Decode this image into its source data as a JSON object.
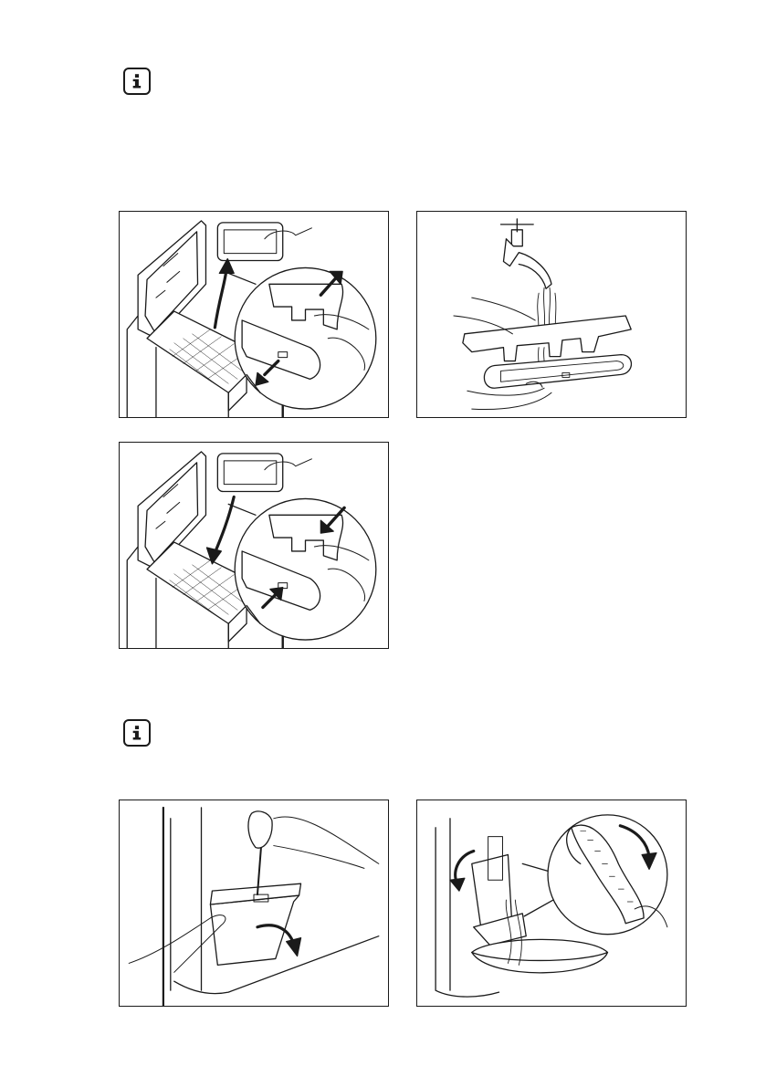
{
  "page": {
    "background": "#ffffff",
    "ink": "#1a1a1a"
  },
  "icons": [
    {
      "id": "info-1",
      "name": "info-icon",
      "glyph": "i"
    },
    {
      "id": "info-2",
      "name": "info-icon",
      "glyph": "i"
    }
  ],
  "figures": [
    {
      "id": "fig-remove-filter",
      "subject": "dispenser-filter-removal"
    },
    {
      "id": "fig-rinse-filter",
      "subject": "filter-rinse-under-tap"
    },
    {
      "id": "fig-refit-filter",
      "subject": "dispenser-filter-refit"
    },
    {
      "id": "fig-open-flap",
      "subject": "pump-flap-opening"
    },
    {
      "id": "fig-drain-pump",
      "subject": "pump-filter-draining"
    }
  ]
}
